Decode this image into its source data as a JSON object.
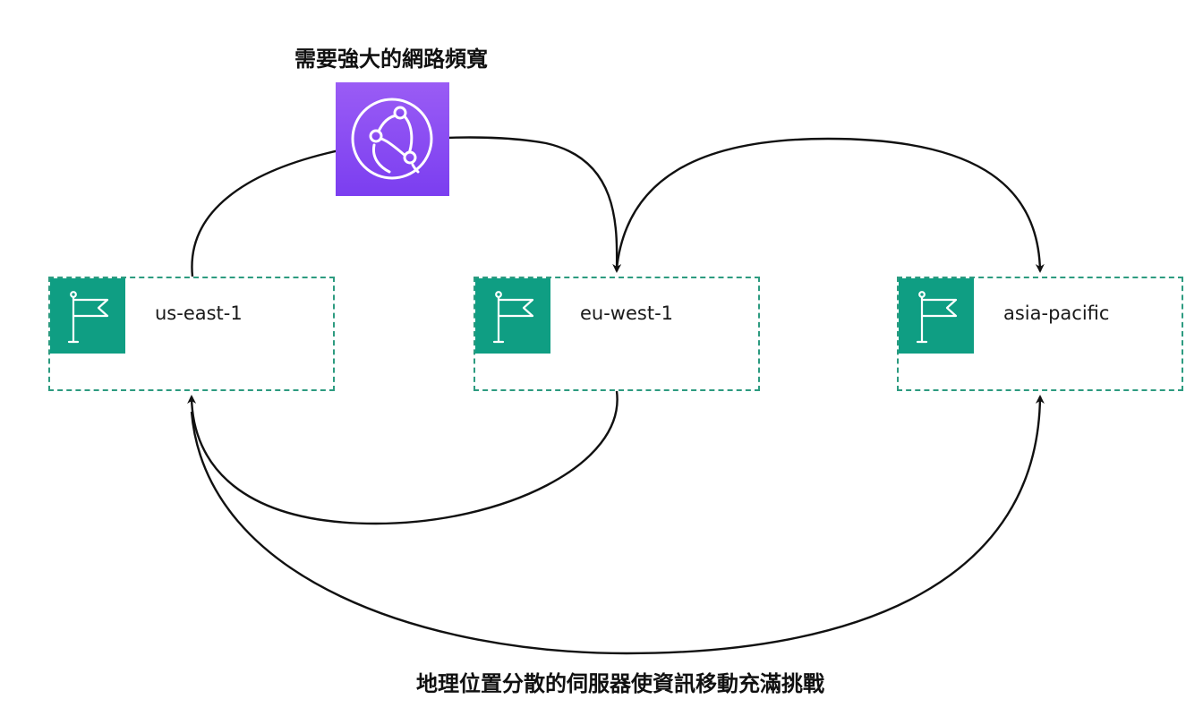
{
  "diagram": {
    "top_caption": "需要強大的網路頻寬",
    "bottom_caption": "地理位置分散的伺服器使資訊移動充滿挑戰",
    "regions": [
      {
        "label": "us-east-1",
        "icon": "region-flag-icon"
      },
      {
        "label": "eu-west-1",
        "icon": "region-flag-icon"
      },
      {
        "label": "asia-pacific",
        "icon": "region-flag-icon"
      }
    ],
    "cdn_icon": "cloudfront-network-icon",
    "colors": {
      "region_border": "#2d9b80",
      "region_icon_bg": "#0f9e83",
      "cdn_bg_top": "#9a5cf5",
      "cdn_bg_bottom": "#7b3ef0",
      "arrow": "#111111"
    },
    "connections": [
      {
        "from": "us-east-1",
        "to": "eu-west-1"
      },
      {
        "from": "eu-west-1",
        "to": "asia-pacific"
      },
      {
        "from": "eu-west-1",
        "to": "us-east-1"
      },
      {
        "from": "us-east-1",
        "to": "asia-pacific"
      }
    ]
  }
}
